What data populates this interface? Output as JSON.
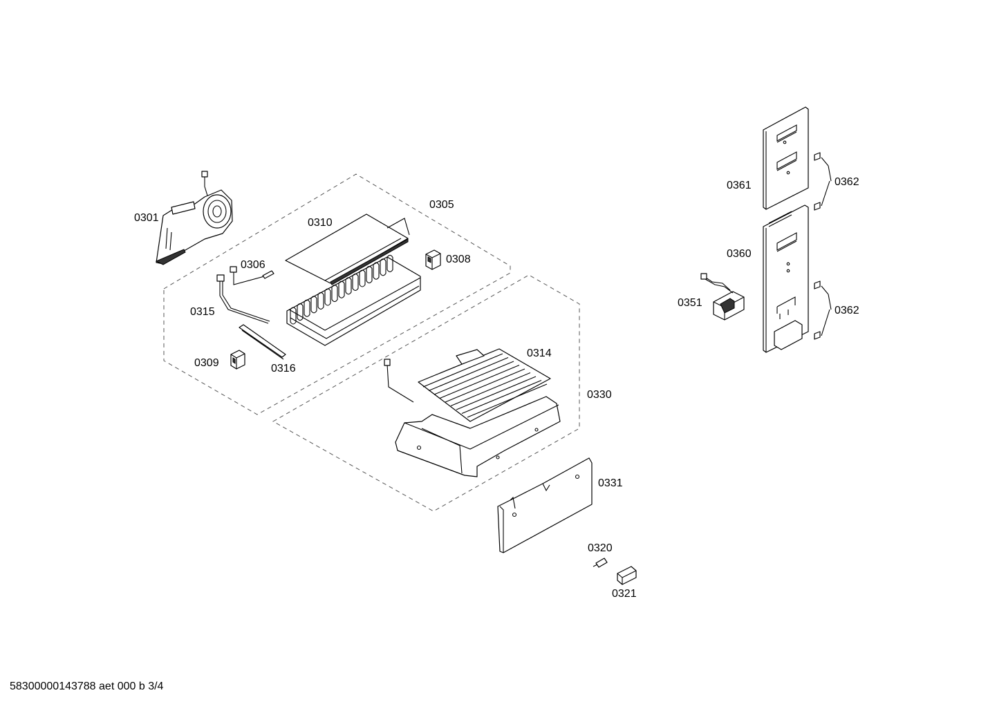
{
  "diagram": {
    "labels": {
      "p0301": "0301",
      "p0305": "0305",
      "p0306": "0306",
      "p0308": "0308",
      "p0309": "0309",
      "p0310": "0310",
      "p0314": "0314",
      "p0315": "0315",
      "p0316": "0316",
      "p0320": "0320",
      "p0321": "0321",
      "p0330": "0330",
      "p0331": "0331",
      "p0351": "0351",
      "p0360": "0360",
      "p0361": "0361",
      "p0362a": "0362",
      "p0362b": "0362"
    },
    "footer": "58300000143788 aet 000 b 3/4"
  }
}
